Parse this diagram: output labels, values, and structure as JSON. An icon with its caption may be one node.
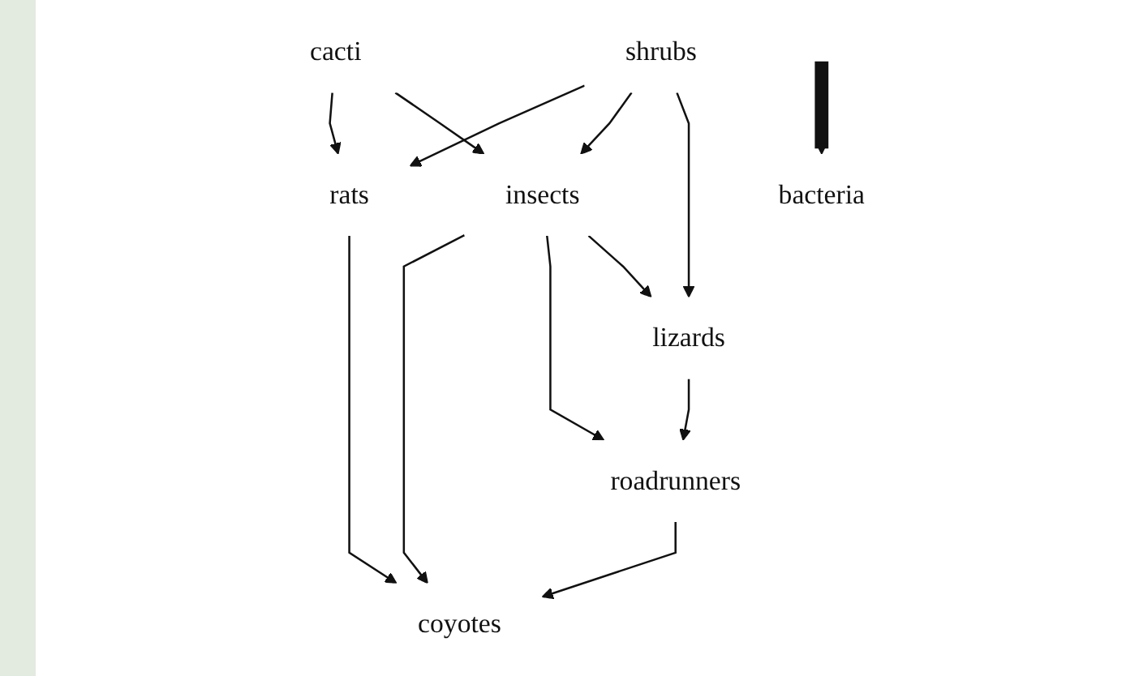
{
  "diagram": {
    "nodes": [
      {
        "text": [
          "coyotes"
        ]
      },
      {
        "text": [
          "rats"
        ]
      },
      {
        "text": [
          "roadrunners"
        ]
      },
      {
        "text": [
          "insects"
        ]
      },
      {
        "text": [
          "lizards"
        ]
      },
      {
        "text": [
          "shrubs"
        ]
      },
      {
        "text": [
          "cacti"
        ]
      },
      {
        "text": [
          "bacteria"
        ]
      }
    ],
    "edges": [
      {
        "from": 1,
        "to": 0,
        "arrow": "to"
      },
      {
        "from": 2,
        "to": 0,
        "arrow": "to"
      },
      {
        "from": 3,
        "to": 0,
        "arrow": "to"
      },
      {
        "from": 3,
        "to": 2,
        "arrow": "to"
      },
      {
        "from": 3,
        "to": 4,
        "arrow": "to"
      },
      {
        "from": 4,
        "to": 2,
        "arrow": "to"
      },
      {
        "from": 5,
        "to": 1,
        "arrow": "to"
      },
      {
        "from": 5,
        "to": 3,
        "arrow": "to"
      },
      {
        "from": 5,
        "to": 4,
        "arrow": "to"
      },
      {
        "from": 6,
        "to": 1,
        "arrow": "to"
      },
      {
        "from": 6,
        "to": 3,
        "arrow": "to"
      },
      {
        "from": null,
        "to": 7,
        "arrow": "to",
        "style": "thick"
      }
    ]
  }
}
